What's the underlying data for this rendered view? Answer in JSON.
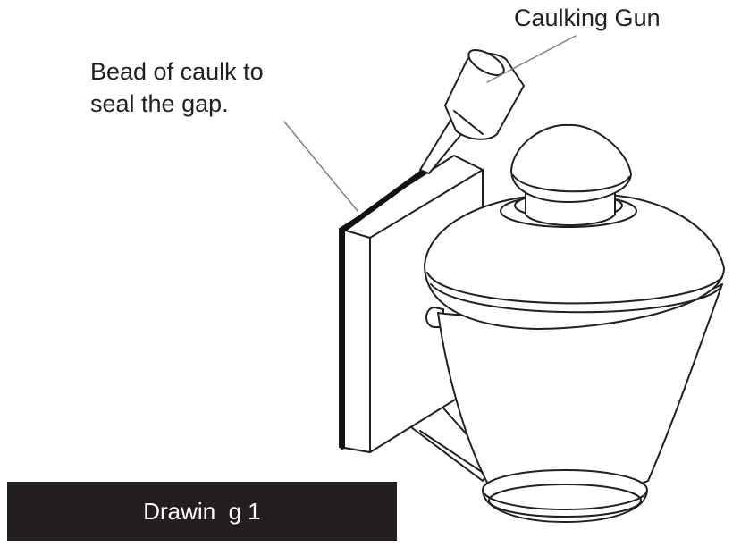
{
  "labels": {
    "caulking_gun": "Caulking Gun",
    "bead_line1": "Bead of caulk to",
    "bead_line2": "seal the gap."
  },
  "caption": "Drawin  g 1",
  "colors": {
    "ink": "#231f20",
    "caption_bg": "#231f20",
    "caption_text": "#ffffff",
    "leader": "#808080"
  }
}
